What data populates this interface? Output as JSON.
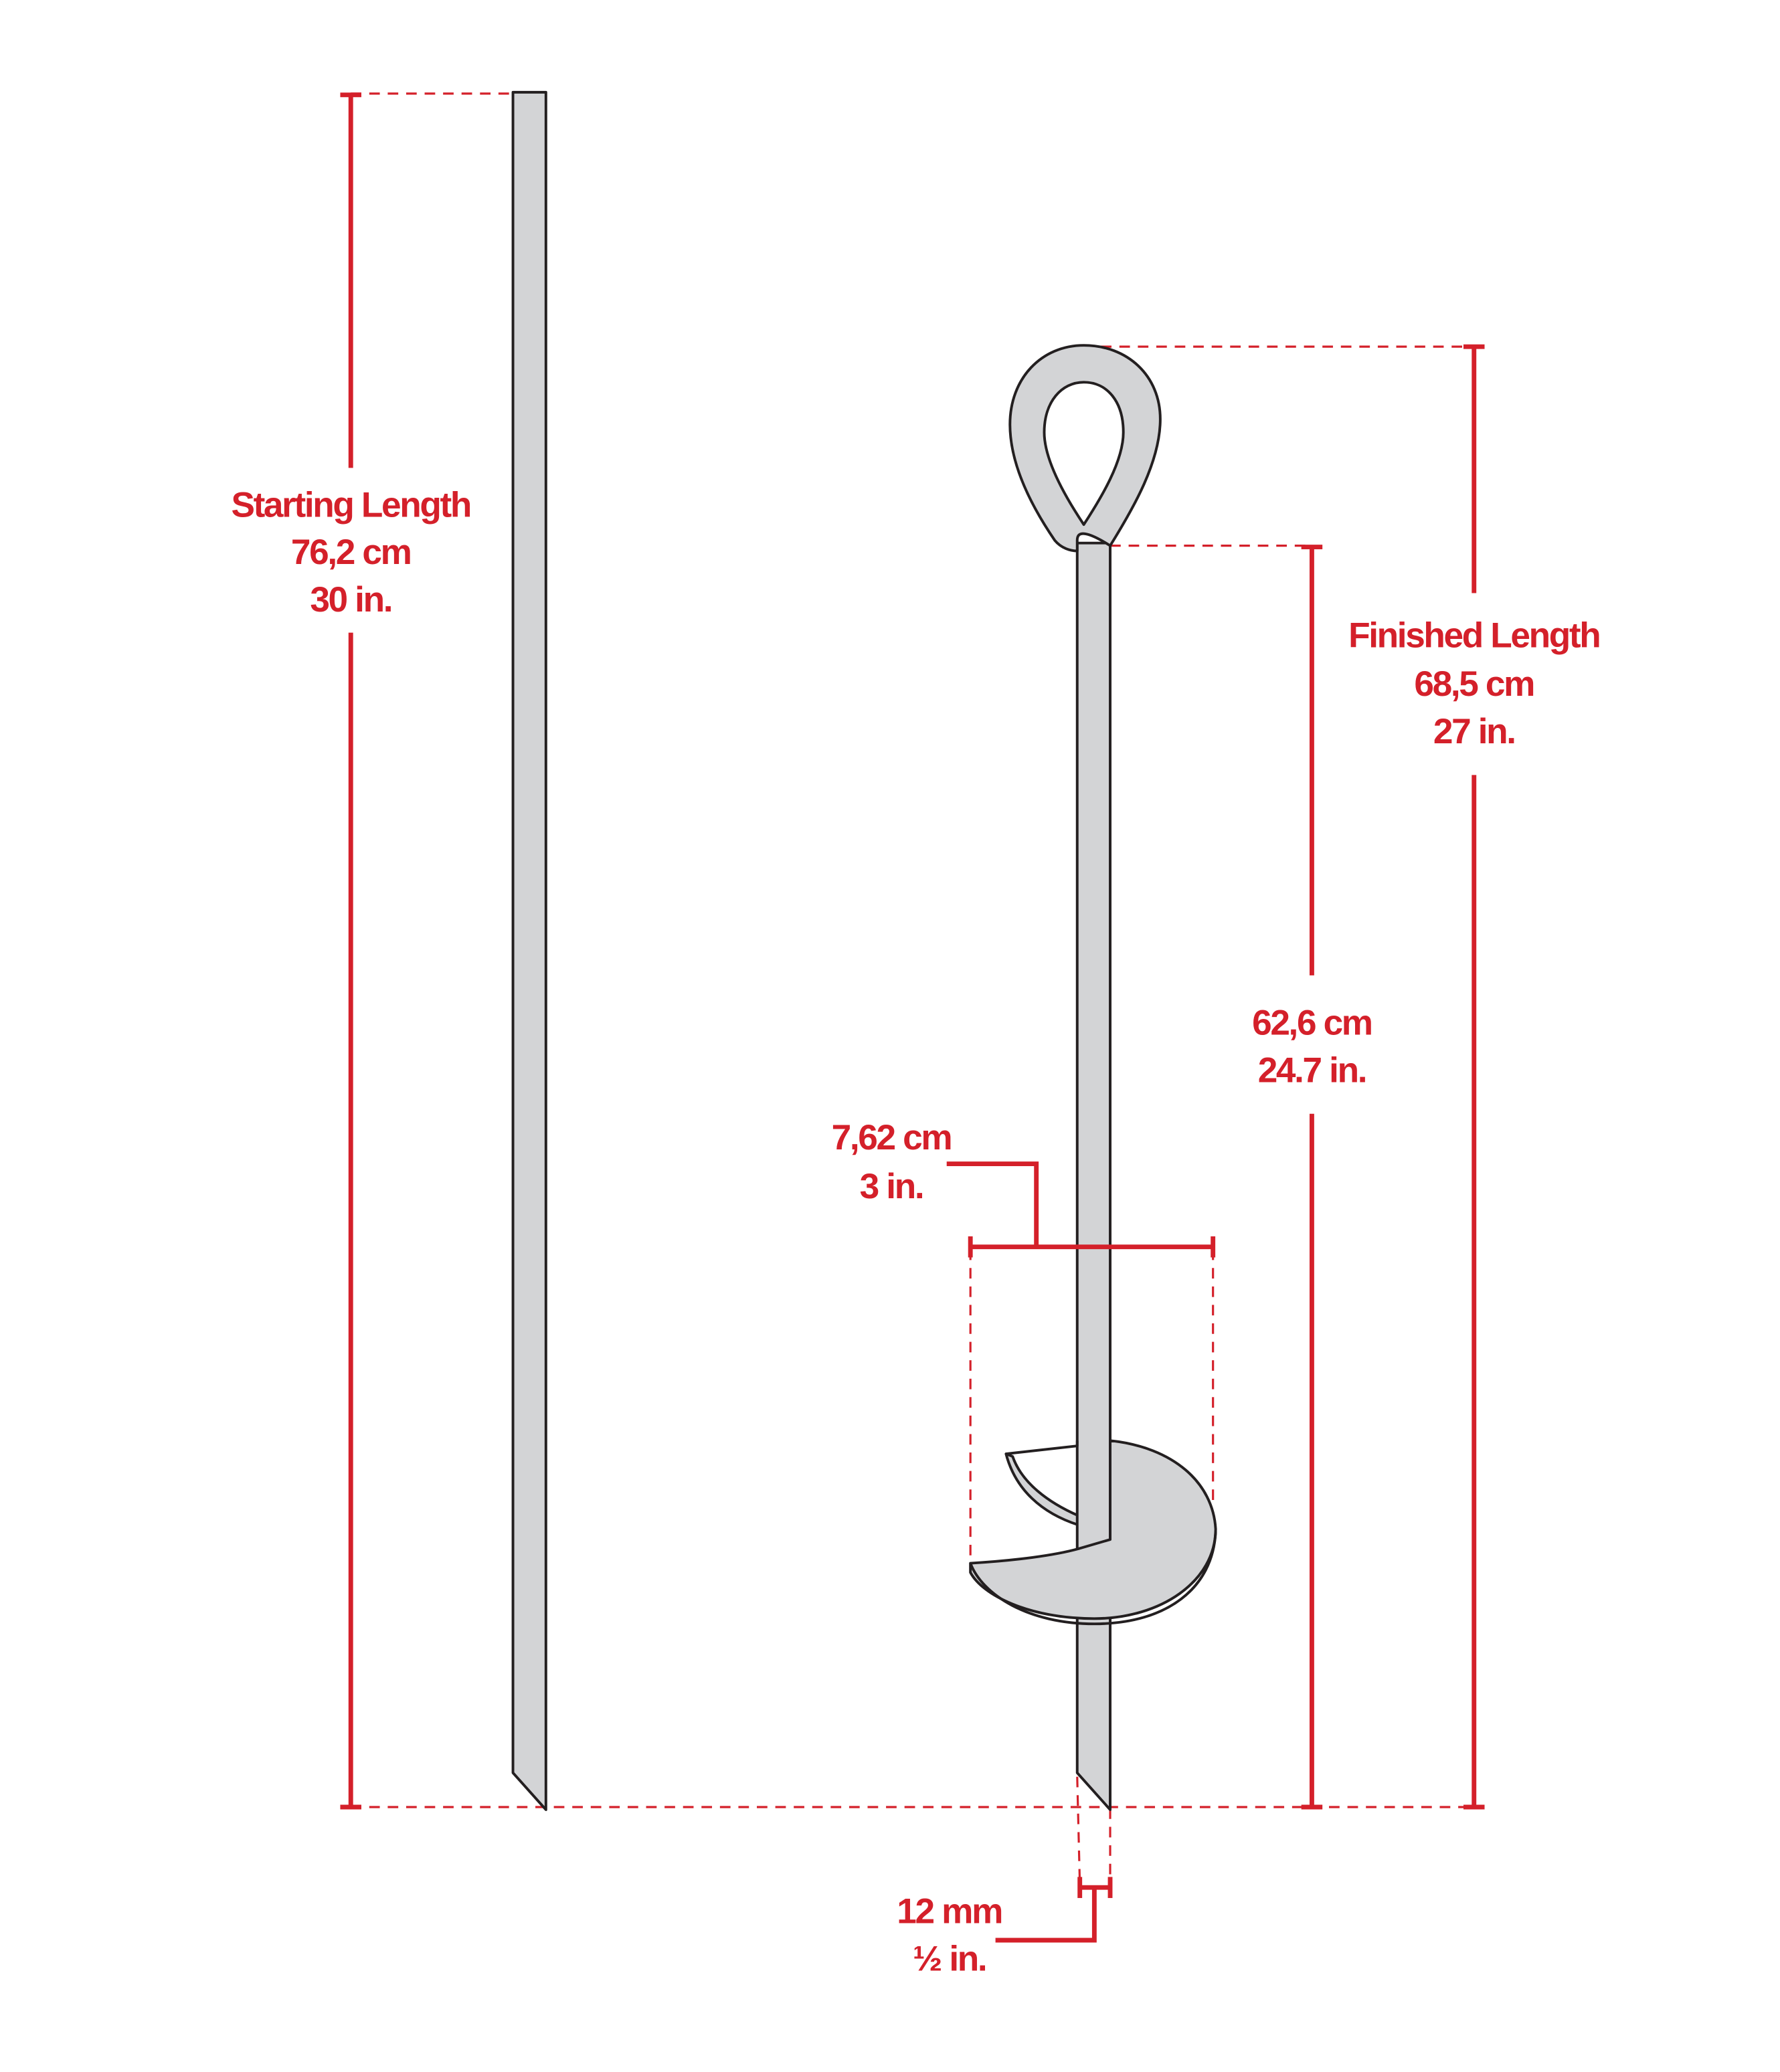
{
  "colors": {
    "dimension": "#d4202a",
    "part_fill": "#d3d4d6",
    "outline": "#231f20"
  },
  "starting_length": {
    "label": "Starting Length",
    "metric": "76,2 cm",
    "imperial": "30 in."
  },
  "finished_length": {
    "label": "Finished Length",
    "metric": "68,5 cm",
    "imperial": "27 in."
  },
  "shaft_length": {
    "metric": "62,6 cm",
    "imperial": "24.7 in."
  },
  "auger_diameter": {
    "metric": "7,62 cm",
    "imperial": "3 in."
  },
  "rod_diameter": {
    "metric": "12 mm",
    "imperial": "½ in."
  }
}
